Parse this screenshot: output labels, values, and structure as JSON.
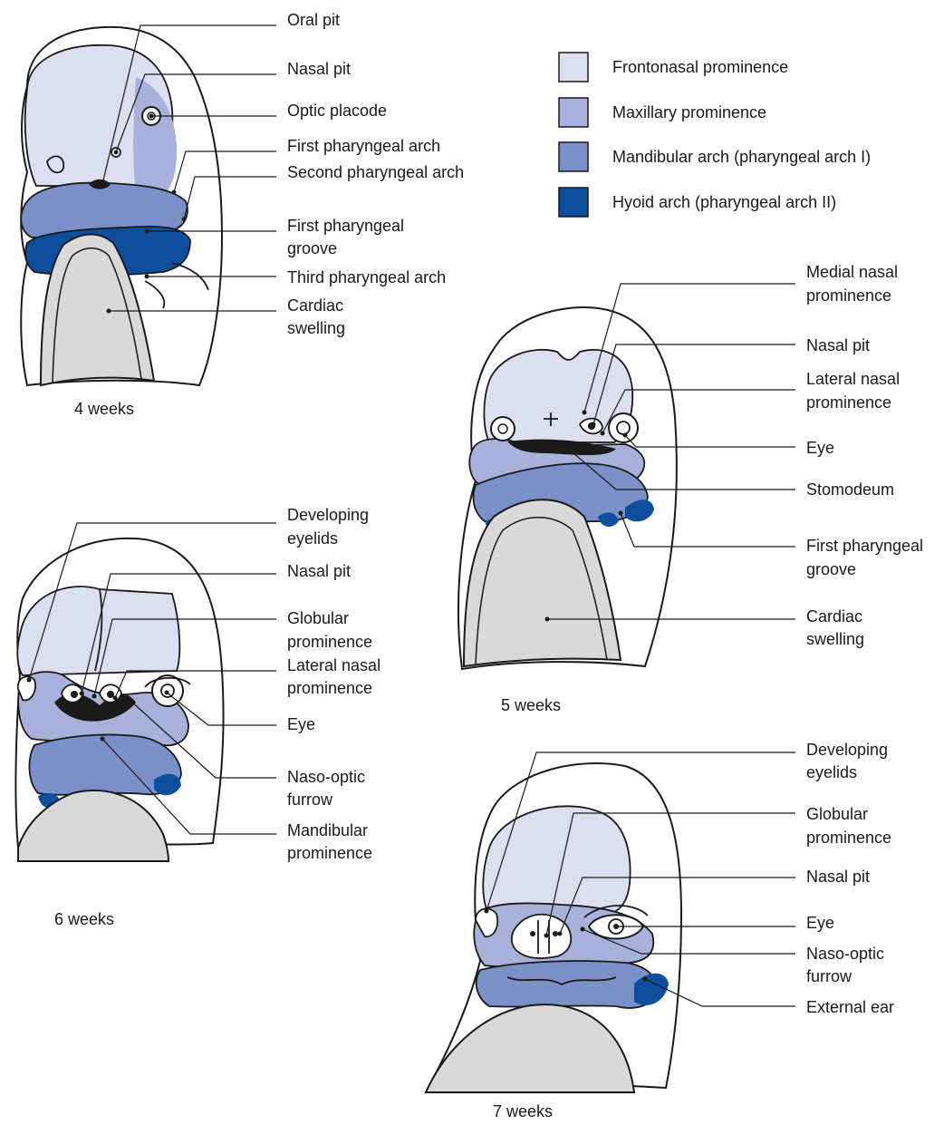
{
  "colors": {
    "frontonasal": "#dcdff0",
    "maxillary": "#a7b1da",
    "mandibular": "#7b8fc8",
    "hyoid": "#0d4f9c",
    "heart": "#d9d9d9",
    "ink": "#1a1a1a"
  },
  "legend": [
    {
      "label": "Frontonasal prominence",
      "color_key": "frontonasal"
    },
    {
      "label": "Maxillary prominence",
      "color_key": "maxillary"
    },
    {
      "label": "Mandibular arch (pharyngeal arch I)",
      "color_key": "mandibular"
    },
    {
      "label": "Hyoid arch (pharyngeal arch II)",
      "color_key": "hyoid"
    }
  ],
  "panels": {
    "week4": {
      "caption": "4 weeks",
      "labels": [
        "Oral pit",
        "Nasal pit",
        "Optic placode",
        "First pharyngeal arch",
        "Second pharyngeal arch",
        "First pharyngeal",
        "groove",
        "Third pharyngeal arch",
        "Cardiac",
        "swelling"
      ]
    },
    "week5": {
      "caption": "5 weeks",
      "labels": [
        "Medial nasal",
        "prominence",
        "Nasal pit",
        "Lateral nasal",
        "prominence",
        "Eye",
        "Stomodeum",
        "First pharyngeal",
        "groove",
        "Cardiac",
        "swelling"
      ]
    },
    "week6": {
      "caption": "6 weeks",
      "labels": [
        "Developing",
        "eyelids",
        "Nasal pit",
        "Globular",
        "prominence",
        "Lateral nasal",
        "prominence",
        "Eye",
        "Naso-optic",
        "furrow",
        "Mandibular",
        "prominence"
      ]
    },
    "week7": {
      "caption": "7 weeks",
      "labels": [
        "Developing",
        "eyelids",
        "Globular",
        "prominence",
        "Nasal pit",
        "Eye",
        "Naso-optic",
        "furrow",
        "External ear"
      ]
    }
  }
}
